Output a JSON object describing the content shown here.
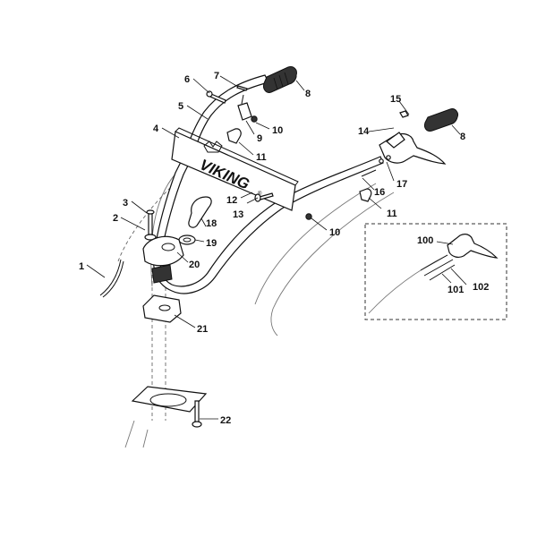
{
  "brand": {
    "logo_text": "VIKING",
    "registered_mark": "®"
  },
  "callouts": {
    "c1": "1",
    "c2": "2",
    "c3": "3",
    "c4": "4",
    "c5": "5",
    "c6": "6",
    "c7": "7",
    "c8a": "8",
    "c8b": "8",
    "c9": "9",
    "c10a": "10",
    "c10b": "10",
    "c11a": "11",
    "c11b": "11",
    "c12": "12",
    "c13": "13",
    "c14": "14",
    "c15": "15",
    "c16": "16",
    "c17": "17",
    "c18": "18",
    "c19": "19",
    "c20": "20",
    "c21": "21",
    "c22": "22",
    "c100": "100",
    "c101": "101",
    "c102": "102"
  }
}
